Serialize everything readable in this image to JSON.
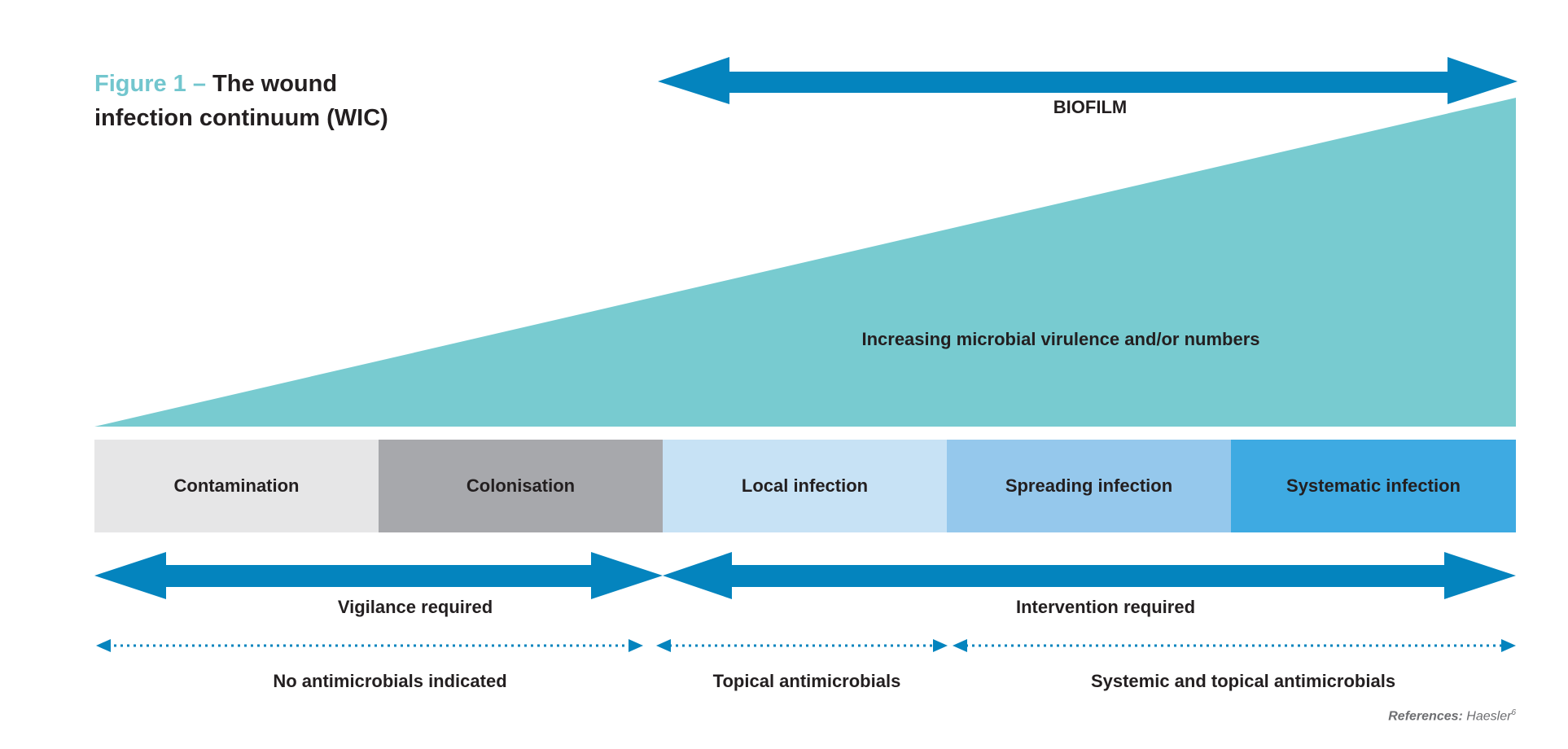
{
  "title": {
    "prefix": "Figure 1 – ",
    "line1": "The wound",
    "line2": "infection continuum (WIC)"
  },
  "biofilm": {
    "label": "BIOFILM"
  },
  "wedge": {
    "label": "Increasing microbial virulence and/or numbers"
  },
  "stages": [
    {
      "label": "Contamination",
      "color": "#e6e6e7"
    },
    {
      "label": "Colonisation",
      "color": "#a7a8ac"
    },
    {
      "label": "Local infection",
      "color": "#c7e2f5"
    },
    {
      "label": "Spreading infection",
      "color": "#95c8ec"
    },
    {
      "label": "Systematic infection",
      "color": "#3eaae2"
    }
  ],
  "actions": {
    "vigilance": "Vigilance required",
    "intervention": "Intervention required"
  },
  "treatments": {
    "none": "No antimicrobials indicated",
    "topical": "Topical antimicrobials",
    "systemic": "Systemic and topical antimicrobials"
  },
  "references": {
    "label": "References:",
    "source": "Haesler",
    "sup": "6"
  },
  "colors": {
    "arrow": "#0484be",
    "wedge": "#78cbd0",
    "title_accent": "#72c6ce"
  }
}
